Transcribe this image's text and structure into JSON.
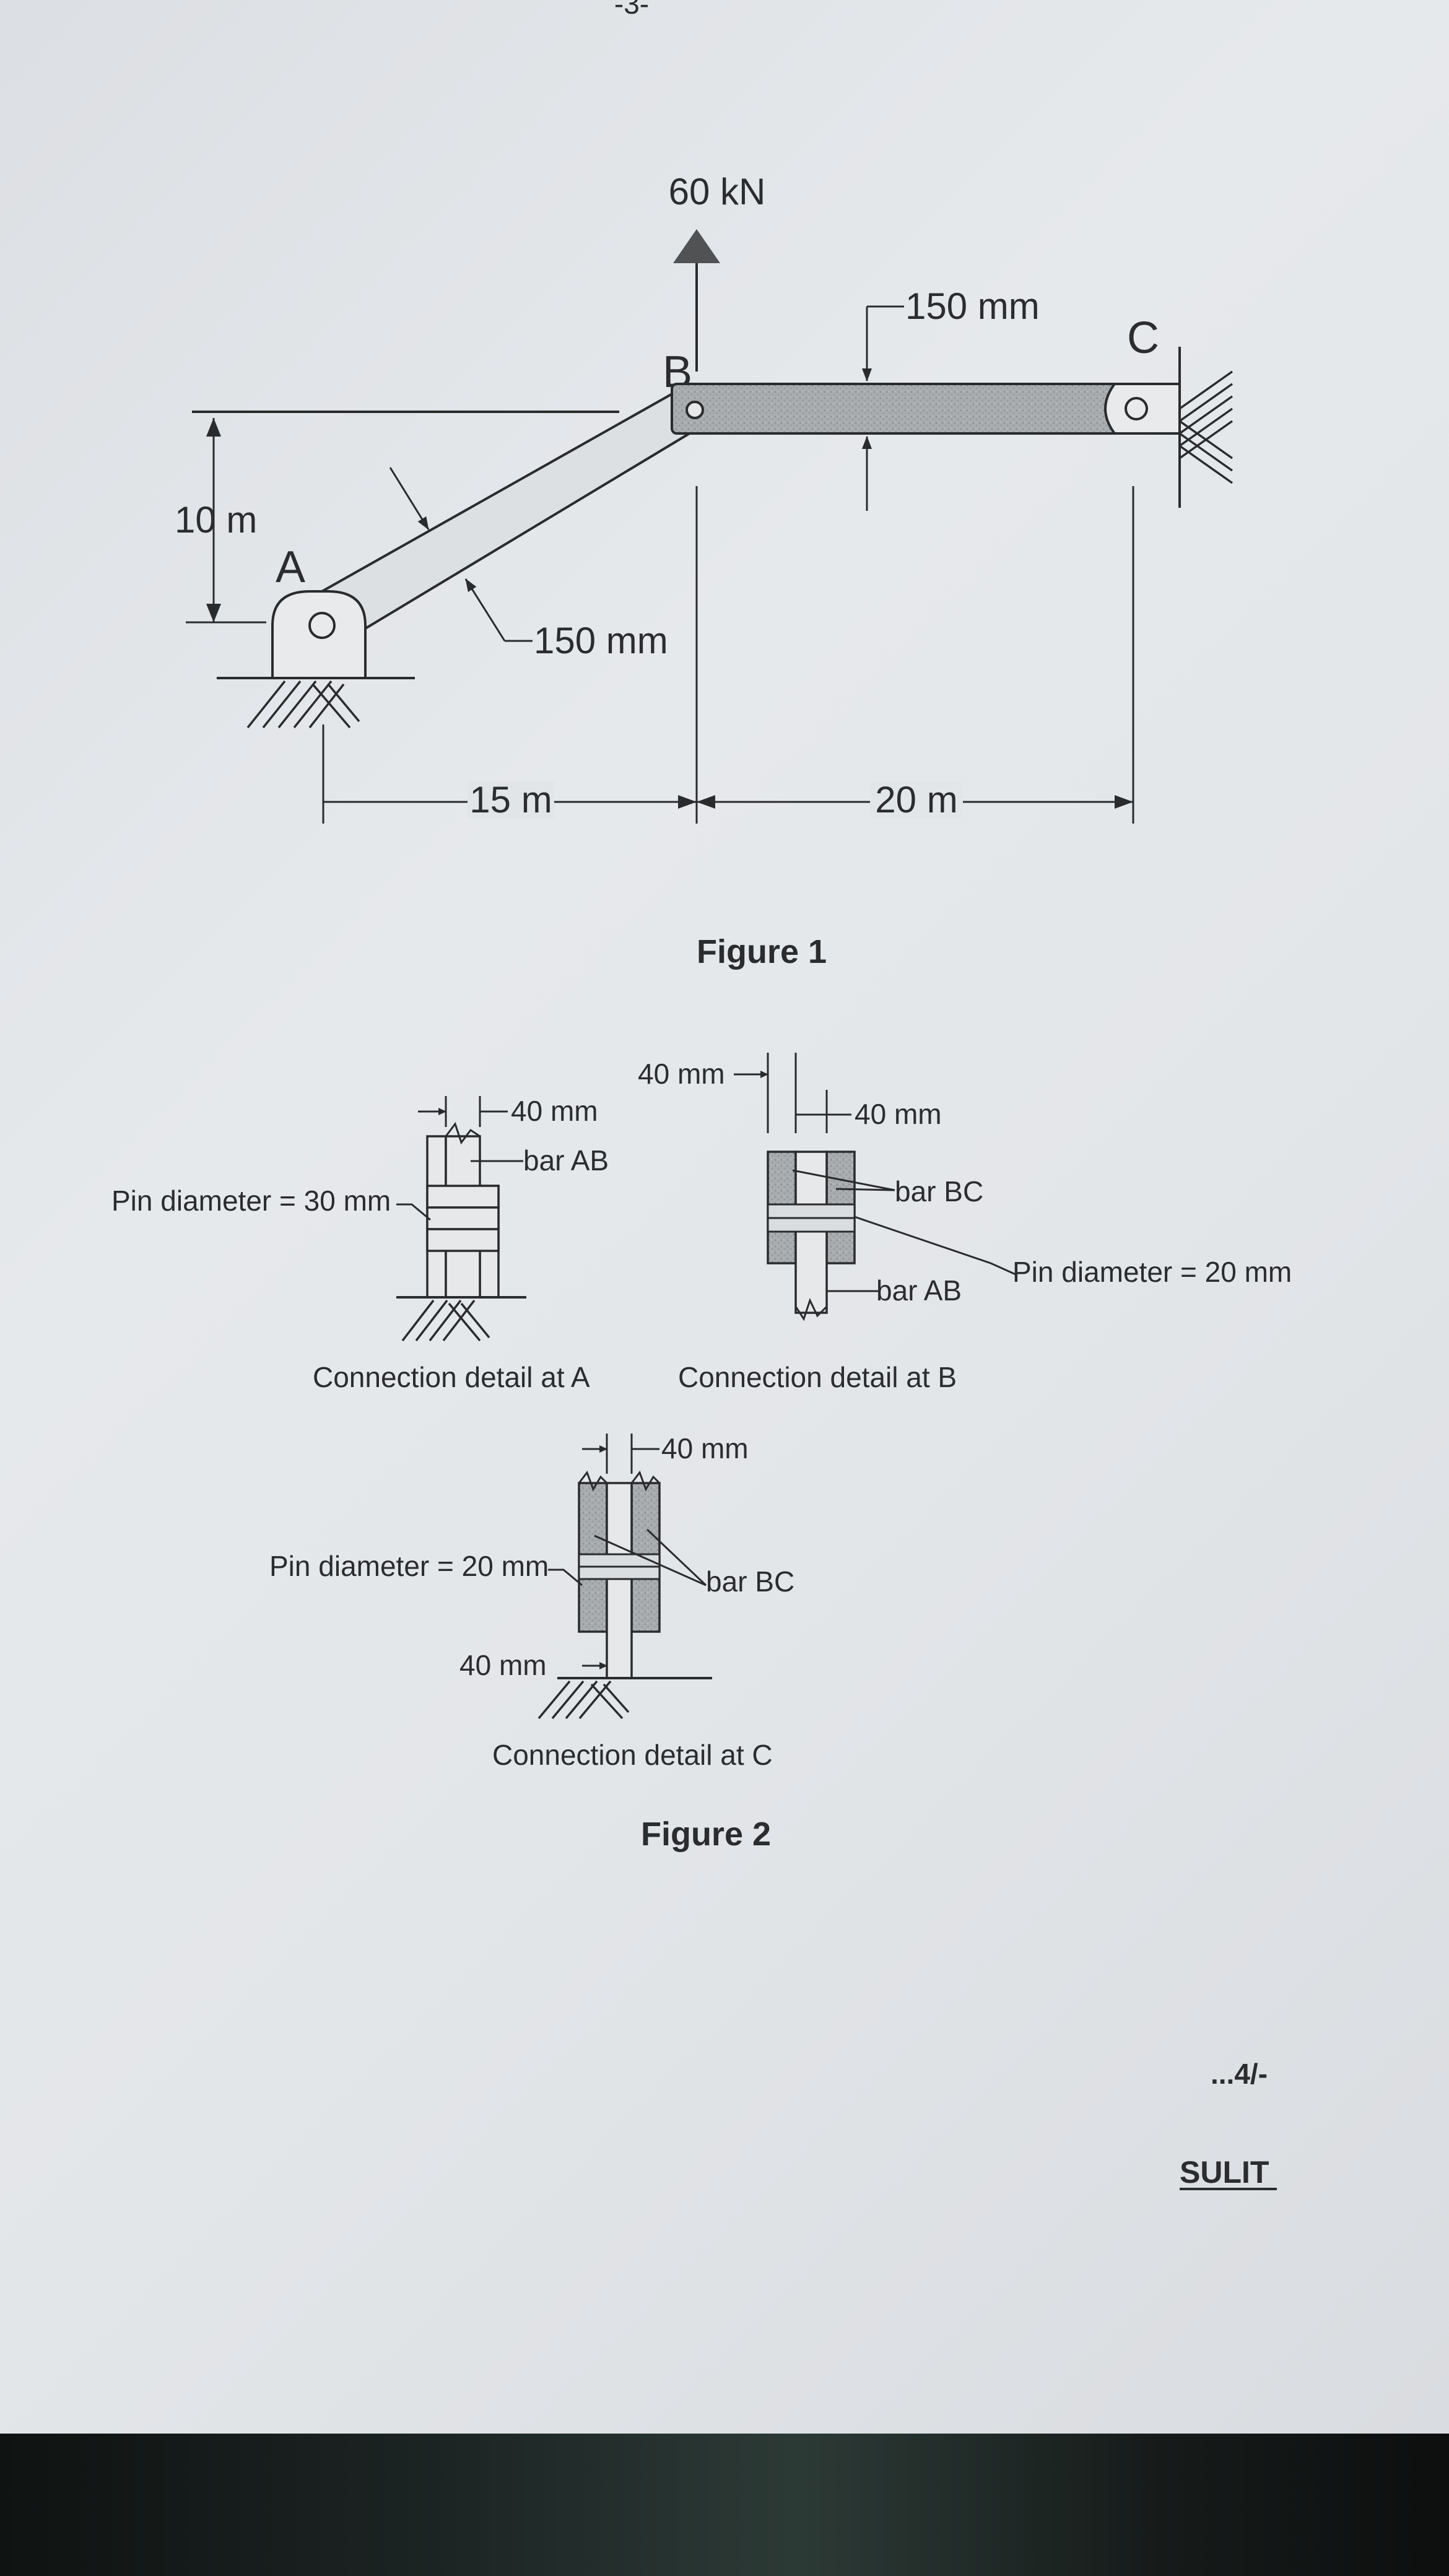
{
  "page": {
    "page_number": "-3-",
    "continued": "...4/-",
    "classification": "SULIT"
  },
  "figure1": {
    "caption": "Figure 1",
    "load": "60 kN",
    "point_a": "A",
    "point_b": "B",
    "point_c": "C",
    "height": "10 m",
    "span_ab": "15 m",
    "span_bc": "20 m",
    "depth_bc": "150 mm",
    "depth_ab": "150 mm"
  },
  "figure2": {
    "caption": "Figure 2",
    "detail_a": {
      "caption": "Connection detail at  A",
      "thickness": "40 mm",
      "bar": "bar AB",
      "pin": "Pin diameter = 30 mm"
    },
    "detail_b": {
      "caption": "Connection detail at  B",
      "thickness_left": "40 mm",
      "thickness_right": "40 mm",
      "bar_top": "bar BC",
      "bar_bottom": "bar AB",
      "pin": "Pin diameter = 20 mm"
    },
    "detail_c": {
      "caption": "Connection detail at  C",
      "thickness_top": "40 mm",
      "thickness_bottom": "40 mm",
      "bar": "bar BC",
      "pin": "Pin diameter = 20 mm"
    }
  }
}
